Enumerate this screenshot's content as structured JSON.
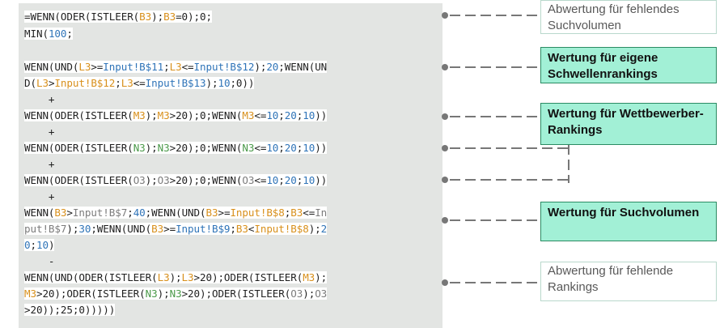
{
  "code_lines": [
    [
      {
        "t": "=WENN(ODER(ISTLEER(",
        "c": "plain"
      },
      {
        "t": "B3",
        "c": "orange"
      },
      {
        "t": ");",
        "c": "plain"
      },
      {
        "t": "B3",
        "c": "orange"
      },
      {
        "t": "=0);0;",
        "c": "plain"
      }
    ],
    [
      {
        "t": "MIN(",
        "c": "plain"
      },
      {
        "t": "100",
        "c": "blue"
      },
      {
        "t": ";",
        "c": "plain"
      }
    ],
    [
      {
        "t": "WENN(UND(",
        "c": "plain"
      },
      {
        "t": "L3",
        "c": "orange"
      },
      {
        "t": ">=",
        "c": "plain"
      },
      {
        "t": "Input!B$11",
        "c": "blue"
      },
      {
        "t": ";",
        "c": "plain"
      },
      {
        "t": "L3",
        "c": "orange"
      },
      {
        "t": "<=",
        "c": "plain"
      },
      {
        "t": "Input!B$12",
        "c": "blue"
      },
      {
        "t": ");",
        "c": "plain"
      },
      {
        "t": "20",
        "c": "blue"
      },
      {
        "t": ";WENN(UN",
        "c": "plain"
      }
    ],
    [
      {
        "t": "D(",
        "c": "plain"
      },
      {
        "t": "L3",
        "c": "orange"
      },
      {
        "t": ">",
        "c": "plain"
      },
      {
        "t": "Input!B$12",
        "c": "orange"
      },
      {
        "t": ";",
        "c": "plain"
      },
      {
        "t": "L3",
        "c": "orange"
      },
      {
        "t": "<=",
        "c": "plain"
      },
      {
        "t": "Input!B$13",
        "c": "blue"
      },
      {
        "t": ");",
        "c": "plain"
      },
      {
        "t": "10",
        "c": "blue"
      },
      {
        "t": ";0))",
        "c": "plain"
      }
    ],
    [
      {
        "t": "    +",
        "c": "plain"
      }
    ],
    [
      {
        "t": "WENN(ODER(ISTLEER(",
        "c": "plain"
      },
      {
        "t": "M3",
        "c": "orange"
      },
      {
        "t": ");",
        "c": "plain"
      },
      {
        "t": "M3",
        "c": "orange"
      },
      {
        "t": ">20);0;WENN(",
        "c": "plain"
      },
      {
        "t": "M3",
        "c": "orange"
      },
      {
        "t": "<=",
        "c": "plain"
      },
      {
        "t": "10",
        "c": "blue"
      },
      {
        "t": ";",
        "c": "plain"
      },
      {
        "t": "20",
        "c": "blue"
      },
      {
        "t": ";",
        "c": "plain"
      },
      {
        "t": "10",
        "c": "blue"
      },
      {
        "t": "))",
        "c": "plain"
      }
    ],
    [
      {
        "t": "    +",
        "c": "plain"
      }
    ],
    [
      {
        "t": "WENN(ODER(ISTLEER(",
        "c": "plain"
      },
      {
        "t": "N3",
        "c": "green"
      },
      {
        "t": ");",
        "c": "plain"
      },
      {
        "t": "N3",
        "c": "green"
      },
      {
        "t": ">20);0;WENN(",
        "c": "plain"
      },
      {
        "t": "N3",
        "c": "green"
      },
      {
        "t": "<=",
        "c": "plain"
      },
      {
        "t": "10",
        "c": "blue"
      },
      {
        "t": ";",
        "c": "plain"
      },
      {
        "t": "20",
        "c": "blue"
      },
      {
        "t": ";",
        "c": "plain"
      },
      {
        "t": "10",
        "c": "blue"
      },
      {
        "t": "))",
        "c": "plain"
      }
    ],
    [
      {
        "t": "    +",
        "c": "plain"
      }
    ],
    [
      {
        "t": "WENN(ODER(ISTLEER(",
        "c": "plain"
      },
      {
        "t": "O3",
        "c": "grey"
      },
      {
        "t": ");",
        "c": "plain"
      },
      {
        "t": "O3",
        "c": "grey"
      },
      {
        "t": ">20);0;WENN(",
        "c": "plain"
      },
      {
        "t": "O3",
        "c": "grey"
      },
      {
        "t": "<=",
        "c": "plain"
      },
      {
        "t": "10",
        "c": "blue"
      },
      {
        "t": ";",
        "c": "plain"
      },
      {
        "t": "20",
        "c": "blue"
      },
      {
        "t": ";",
        "c": "plain"
      },
      {
        "t": "10",
        "c": "blue"
      },
      {
        "t": "))",
        "c": "plain"
      }
    ],
    [
      {
        "t": "    +",
        "c": "plain"
      }
    ],
    [
      {
        "t": "WENN(",
        "c": "plain"
      },
      {
        "t": "B3",
        "c": "orange"
      },
      {
        "t": ">",
        "c": "plain"
      },
      {
        "t": "Input!B$7",
        "c": "grey"
      },
      {
        "t": ";",
        "c": "plain"
      },
      {
        "t": "40",
        "c": "blue"
      },
      {
        "t": ";WENN(UND(",
        "c": "plain"
      },
      {
        "t": "B3",
        "c": "orange"
      },
      {
        "t": ">=",
        "c": "plain"
      },
      {
        "t": "Input!B$8",
        "c": "orange"
      },
      {
        "t": ";",
        "c": "plain"
      },
      {
        "t": "B3",
        "c": "orange"
      },
      {
        "t": "<=",
        "c": "plain"
      },
      {
        "t": "In",
        "c": "grey"
      }
    ],
    [
      {
        "t": "put!B$7",
        "c": "grey"
      },
      {
        "t": ");",
        "c": "plain"
      },
      {
        "t": "30",
        "c": "blue"
      },
      {
        "t": ";WENN(UND(",
        "c": "plain"
      },
      {
        "t": "B3",
        "c": "orange"
      },
      {
        "t": ">=",
        "c": "plain"
      },
      {
        "t": "Input!B$9",
        "c": "blue"
      },
      {
        "t": ";",
        "c": "plain"
      },
      {
        "t": "B3",
        "c": "orange"
      },
      {
        "t": "<",
        "c": "plain"
      },
      {
        "t": "Input!B$8",
        "c": "orange"
      },
      {
        "t": ");",
        "c": "plain"
      },
      {
        "t": "2",
        "c": "blue"
      }
    ],
    [
      {
        "t": "0",
        "c": "blue"
      },
      {
        "t": ";",
        "c": "plain"
      },
      {
        "t": "10",
        "c": "blue"
      },
      {
        "t": ")",
        "c": "plain"
      }
    ],
    [
      {
        "t": "    -",
        "c": "plain"
      }
    ],
    [
      {
        "t": "WENN(UND(ODER(ISTLEER(",
        "c": "plain"
      },
      {
        "t": "L3",
        "c": "orange"
      },
      {
        "t": ");",
        "c": "plain"
      },
      {
        "t": "L3",
        "c": "orange"
      },
      {
        "t": ">20);ODER(ISTLEER(",
        "c": "plain"
      },
      {
        "t": "M3",
        "c": "orange"
      },
      {
        "t": ");",
        "c": "plain"
      }
    ],
    [
      {
        "t": "M3",
        "c": "orange"
      },
      {
        "t": ">20);ODER(ISTLEER(",
        "c": "plain"
      },
      {
        "t": "N3",
        "c": "green"
      },
      {
        "t": ");",
        "c": "plain"
      },
      {
        "t": "N3",
        "c": "green"
      },
      {
        "t": ">20);ODER(ISTLEER(",
        "c": "plain"
      },
      {
        "t": "O3",
        "c": "grey"
      },
      {
        "t": ");",
        "c": "plain"
      },
      {
        "t": "O3",
        "c": "grey"
      }
    ],
    [
      {
        "t": ">20));",
        "c": "plain"
      },
      {
        "t": "25",
        "c": "plain"
      },
      {
        "t": ";0)))))",
        "c": "plain"
      }
    ]
  ],
  "labels": [
    {
      "text": "Abwertung für fehlendes Suchvolumen",
      "style": "light"
    },
    {
      "text": "Wertung für eigene Schwellenrankings",
      "style": "strong"
    },
    {
      "text": "Wertung für Wettbewerber-Rankings",
      "style": "strong"
    },
    {
      "text": "Wertung für Suchvolumen",
      "style": "strong"
    },
    {
      "text": "Abwertung für fehlende Rankings",
      "style": "light"
    }
  ],
  "colors": {
    "panel": "#e3e5e3",
    "connector": "#777777",
    "strong_fill": "#a2f0d6",
    "strong_border": "#2b8b63",
    "light_border": "#b9d8cc"
  }
}
